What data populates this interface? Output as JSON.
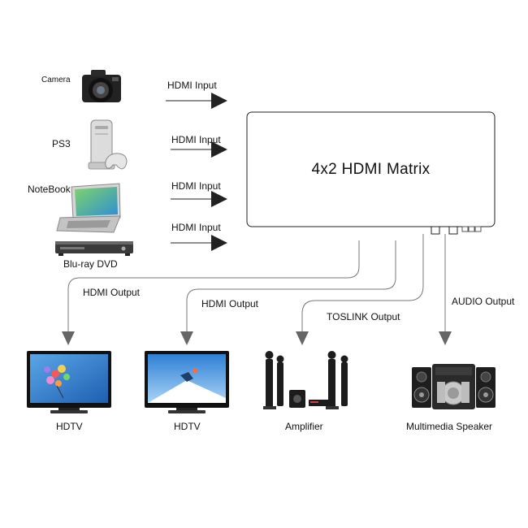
{
  "matrix": {
    "title": "4x2 HDMI Matrix"
  },
  "sources": [
    {
      "label": "Camera",
      "icon": "camera-icon"
    },
    {
      "label": "PS3",
      "icon": "game-console-icon"
    },
    {
      "label": "NoteBook",
      "icon": "laptop-icon"
    },
    {
      "label": "Blu-ray DVD",
      "icon": "bluray-player-icon"
    }
  ],
  "inputs": [
    "HDMI Input",
    "HDMI Input",
    "HDMI Input",
    "HDMI Input"
  ],
  "outputs": [
    {
      "connection": "HDMI Output",
      "device": "HDTV",
      "icon": "tv-icon"
    },
    {
      "connection": "HDMI Output",
      "device": "HDTV",
      "icon": "tv-icon"
    },
    {
      "connection": "TOSLINK Output",
      "device": "Amplifier",
      "icon": "home-theater-icon"
    },
    {
      "connection": "AUDIO Output",
      "device": "Multimedia Speaker",
      "icon": "speaker-system-icon"
    }
  ]
}
